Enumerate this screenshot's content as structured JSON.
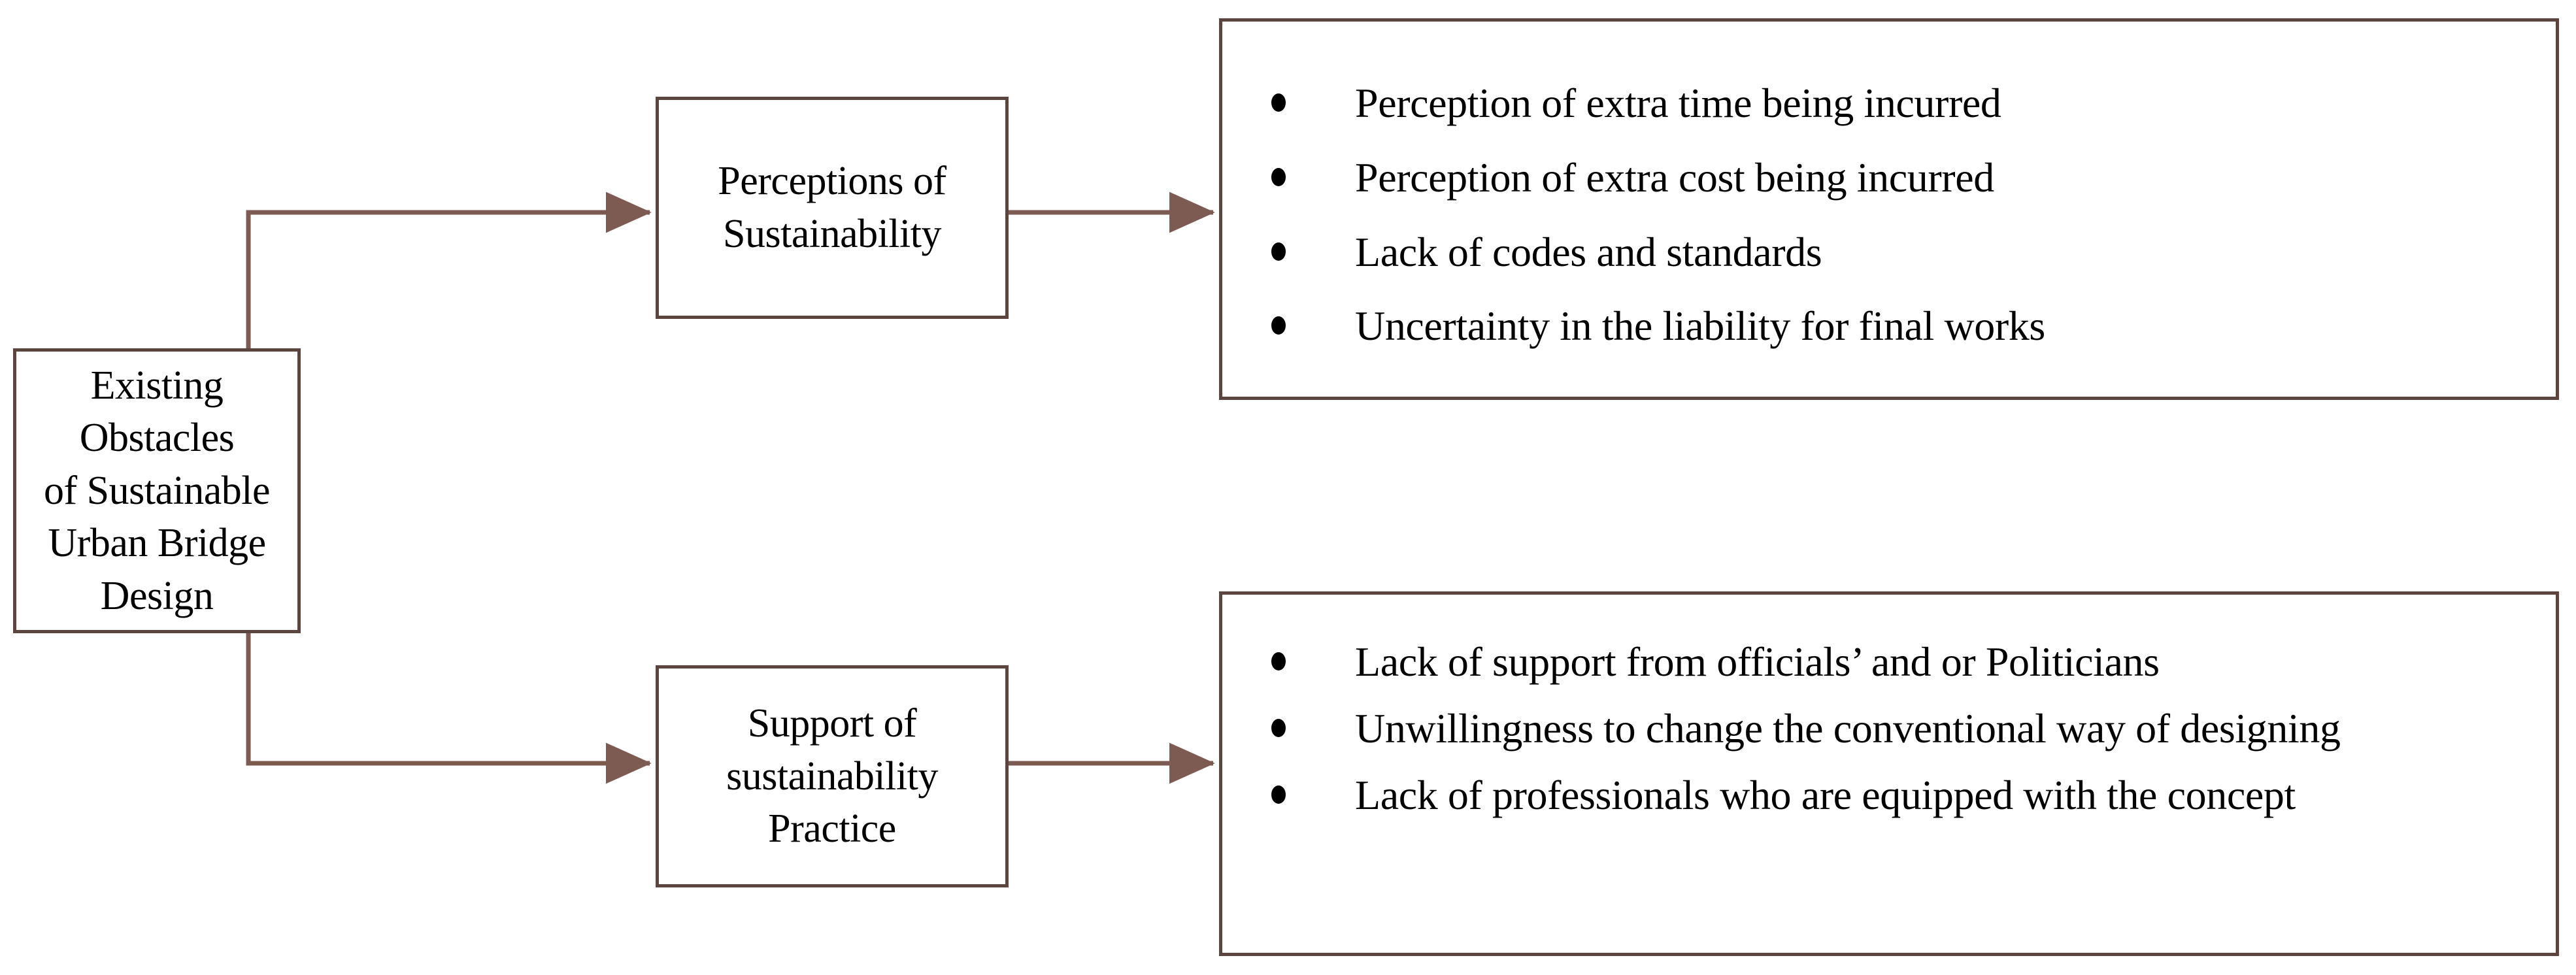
{
  "diagram": {
    "title": "Existing Obstacles of Sustainable Urban Bridge Design",
    "type": "flowchart",
    "colors": {
      "box_border": "#5C453E",
      "connector": "#7D5A52",
      "text": "#000000",
      "background": "#FFFFFF",
      "bullet": "#000000"
    },
    "root": {
      "label": "Existing Obstacles\nof Sustainable\nUrban Bridge\nDesign"
    },
    "categories": [
      {
        "id": "perceptions",
        "label": "Perceptions of\nSustainability",
        "bullets": [
          "Perception of extra time being incurred",
          "Perception of extra cost being incurred",
          "Lack of codes and standards",
          "Uncertainty in the liability for final works"
        ]
      },
      {
        "id": "support",
        "label": "Support of\nsustainability\nPractice",
        "bullets": [
          "Lack of support from officials’ and or Politicians",
          "Unwillingness to change the conventional way of designing",
          "Lack of professionals who are equipped with the concept"
        ]
      }
    ]
  }
}
